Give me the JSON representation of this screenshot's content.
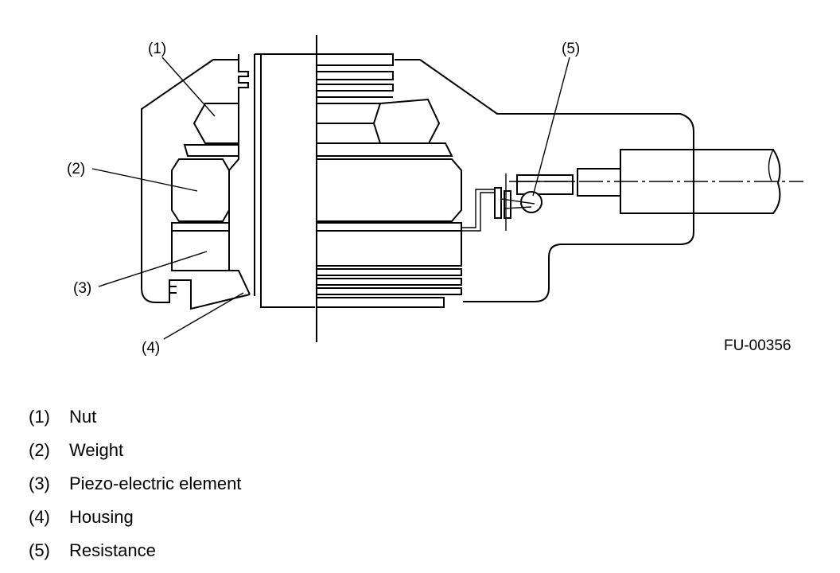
{
  "figure": {
    "code": "FU-00356",
    "callouts": [
      "(1)",
      "(2)",
      "(3)",
      "(4)",
      "(5)"
    ]
  },
  "legend": [
    {
      "num": "(1)",
      "label": "Nut"
    },
    {
      "num": "(2)",
      "label": "Weight"
    },
    {
      "num": "(3)",
      "label": "Piezo-electric element"
    },
    {
      "num": "(4)",
      "label": "Housing"
    },
    {
      "num": "(5)",
      "label": "Resistance"
    }
  ]
}
